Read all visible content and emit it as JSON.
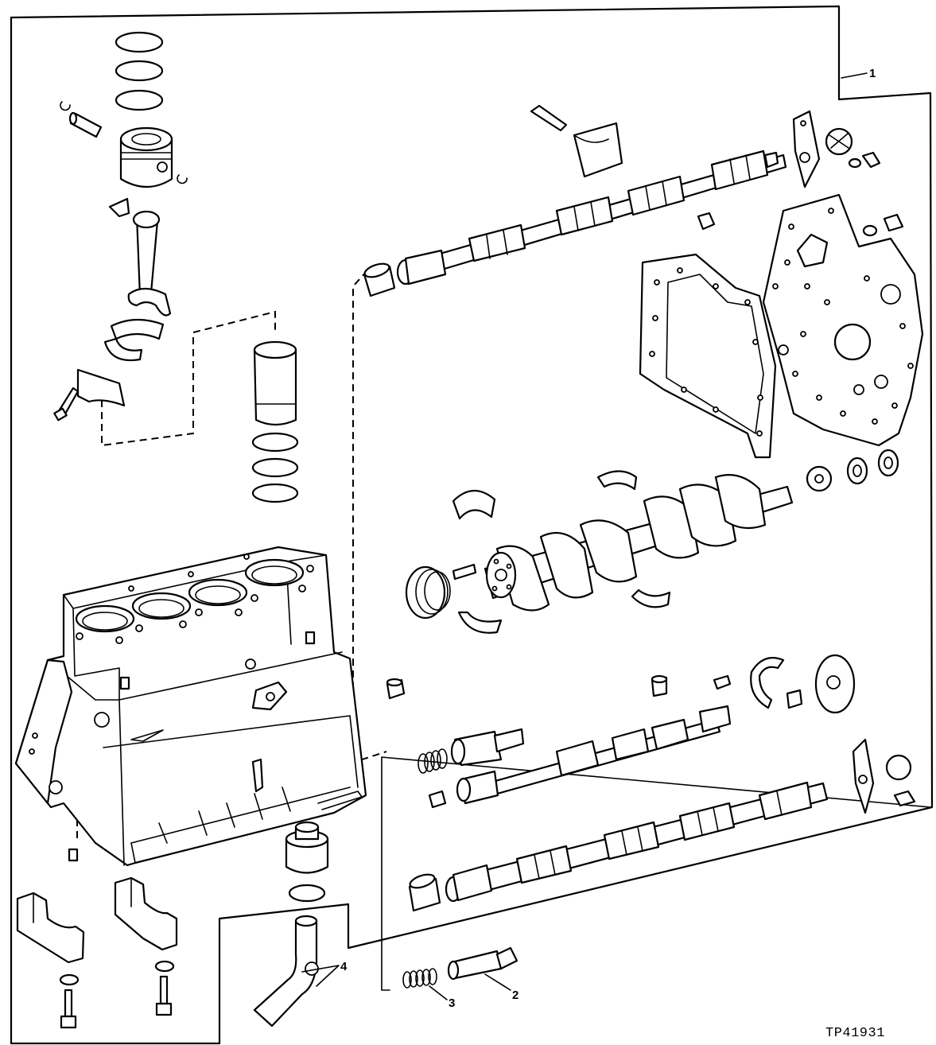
{
  "figure_id": "TP41931",
  "callouts": [
    "1",
    "2",
    "3",
    "4"
  ]
}
